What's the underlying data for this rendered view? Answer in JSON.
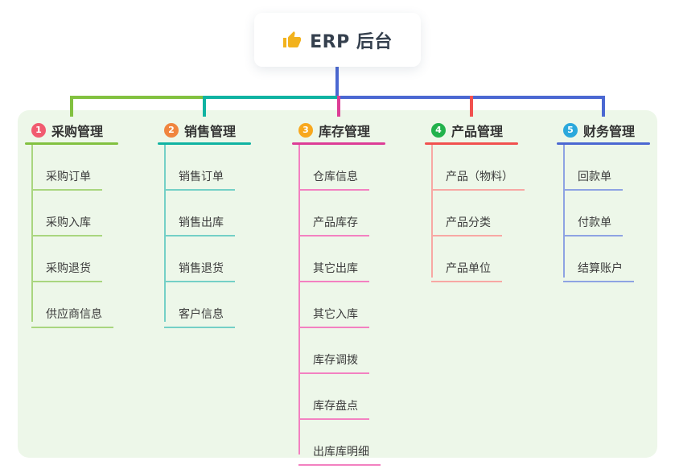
{
  "root": {
    "label": "ERP 后台",
    "icon": "thumbs-up-icon",
    "icon_color": "#f2b21d"
  },
  "panel": {
    "bg": "#edf7e9"
  },
  "connectors": {
    "stem_color": "#4b68d2"
  },
  "branches": [
    {
      "num": "1",
      "label": "采购管理",
      "color": "#82c140",
      "light_color": "#a9d67f",
      "badge_color": "#f15b70",
      "children": [
        "采购订单",
        "采购入库",
        "采购退货",
        "供应商信息"
      ]
    },
    {
      "num": "2",
      "label": "销售管理",
      "color": "#10b3a2",
      "light_color": "#74d0c6",
      "badge_color": "#f0853f",
      "children": [
        "销售订单",
        "销售出库",
        "销售退货",
        "客户信息"
      ]
    },
    {
      "num": "3",
      "label": "库存管理",
      "color": "#dd3d96",
      "light_color": "#f381c1",
      "badge_color": "#f8a81e",
      "children": [
        "仓库信息",
        "产品库存",
        "其它出库",
        "其它入库",
        "库存调拨",
        "库存盘点",
        "出库库明细"
      ]
    },
    {
      "num": "4",
      "label": "产品管理",
      "color": "#f1514f",
      "light_color": "#f8a8a4",
      "badge_color": "#22b24c",
      "children": [
        "产品（物料）",
        "产品分类",
        "产品单位"
      ]
    },
    {
      "num": "5",
      "label": "财务管理",
      "color": "#4b68d2",
      "light_color": "#8ea3e3",
      "badge_color": "#2ba8dc",
      "children": [
        "回款单",
        "付款单",
        "结算账户"
      ]
    }
  ]
}
